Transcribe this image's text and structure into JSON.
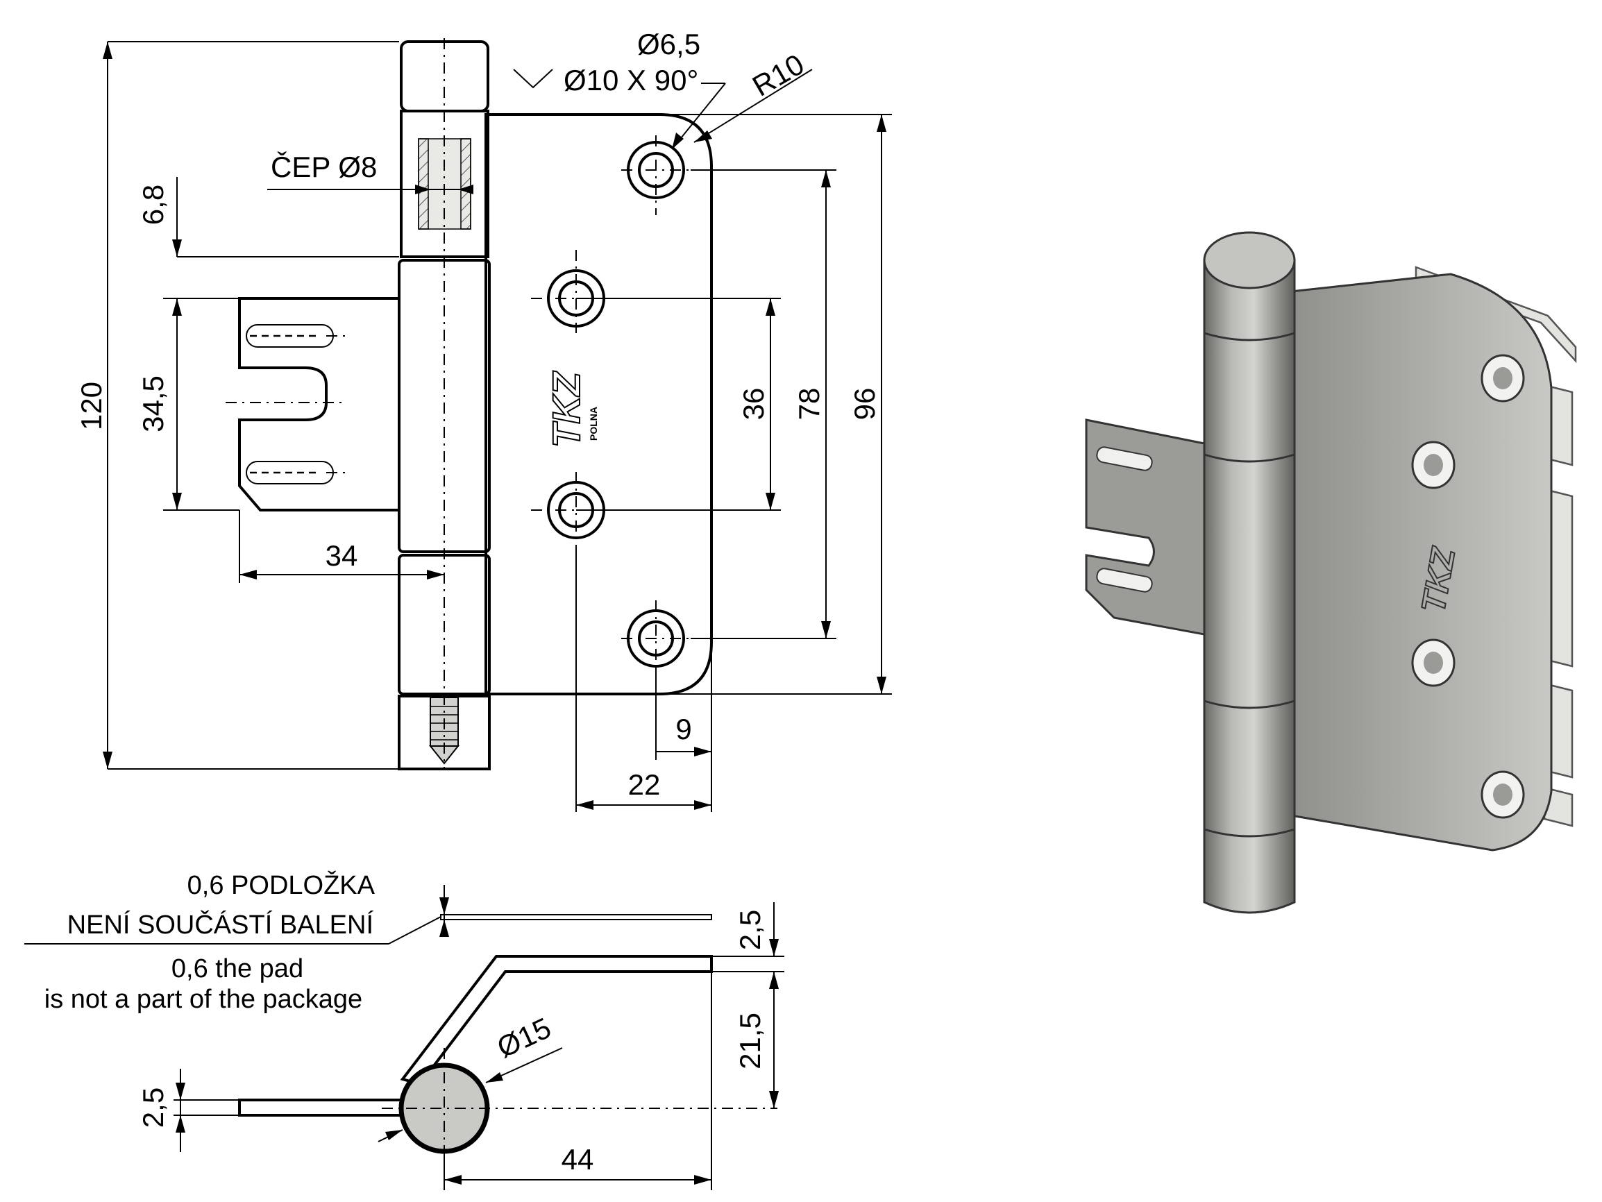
{
  "front_view": {
    "dim_total_height": "120",
    "dim_pin_offset": "6,8",
    "dim_slot_span": "34,5",
    "dim_flap_width": "34",
    "dim_hole_36": "36",
    "dim_hole_78": "78",
    "dim_plate_96": "96",
    "dim_edge_9": "9",
    "dim_edge_22": "22",
    "hole_diameter": "Ø6,5",
    "countersink": "Ø10 X 90°",
    "radius": "R10",
    "pin_label": "ČEP Ø8"
  },
  "side_view": {
    "pad_note_cz_line1": "0,6 PODLOŽKA",
    "pad_note_cz_line2": "NENÍ SOUČÁSTÍ BALENÍ",
    "pad_note_en_line1": "0,6 the pad",
    "pad_note_en_line2": "is not a part of the package",
    "dim_pad_thickness": "2,5",
    "dim_height": "21,5",
    "dim_left_thickness": "2,5",
    "dim_width": "44",
    "barrel_diameter": "Ø15"
  },
  "colors": {
    "metal": "#c9c9c5",
    "metal_dark": "#8e8e8b",
    "metal_light": "#e4e4e1",
    "line": "#000000"
  }
}
